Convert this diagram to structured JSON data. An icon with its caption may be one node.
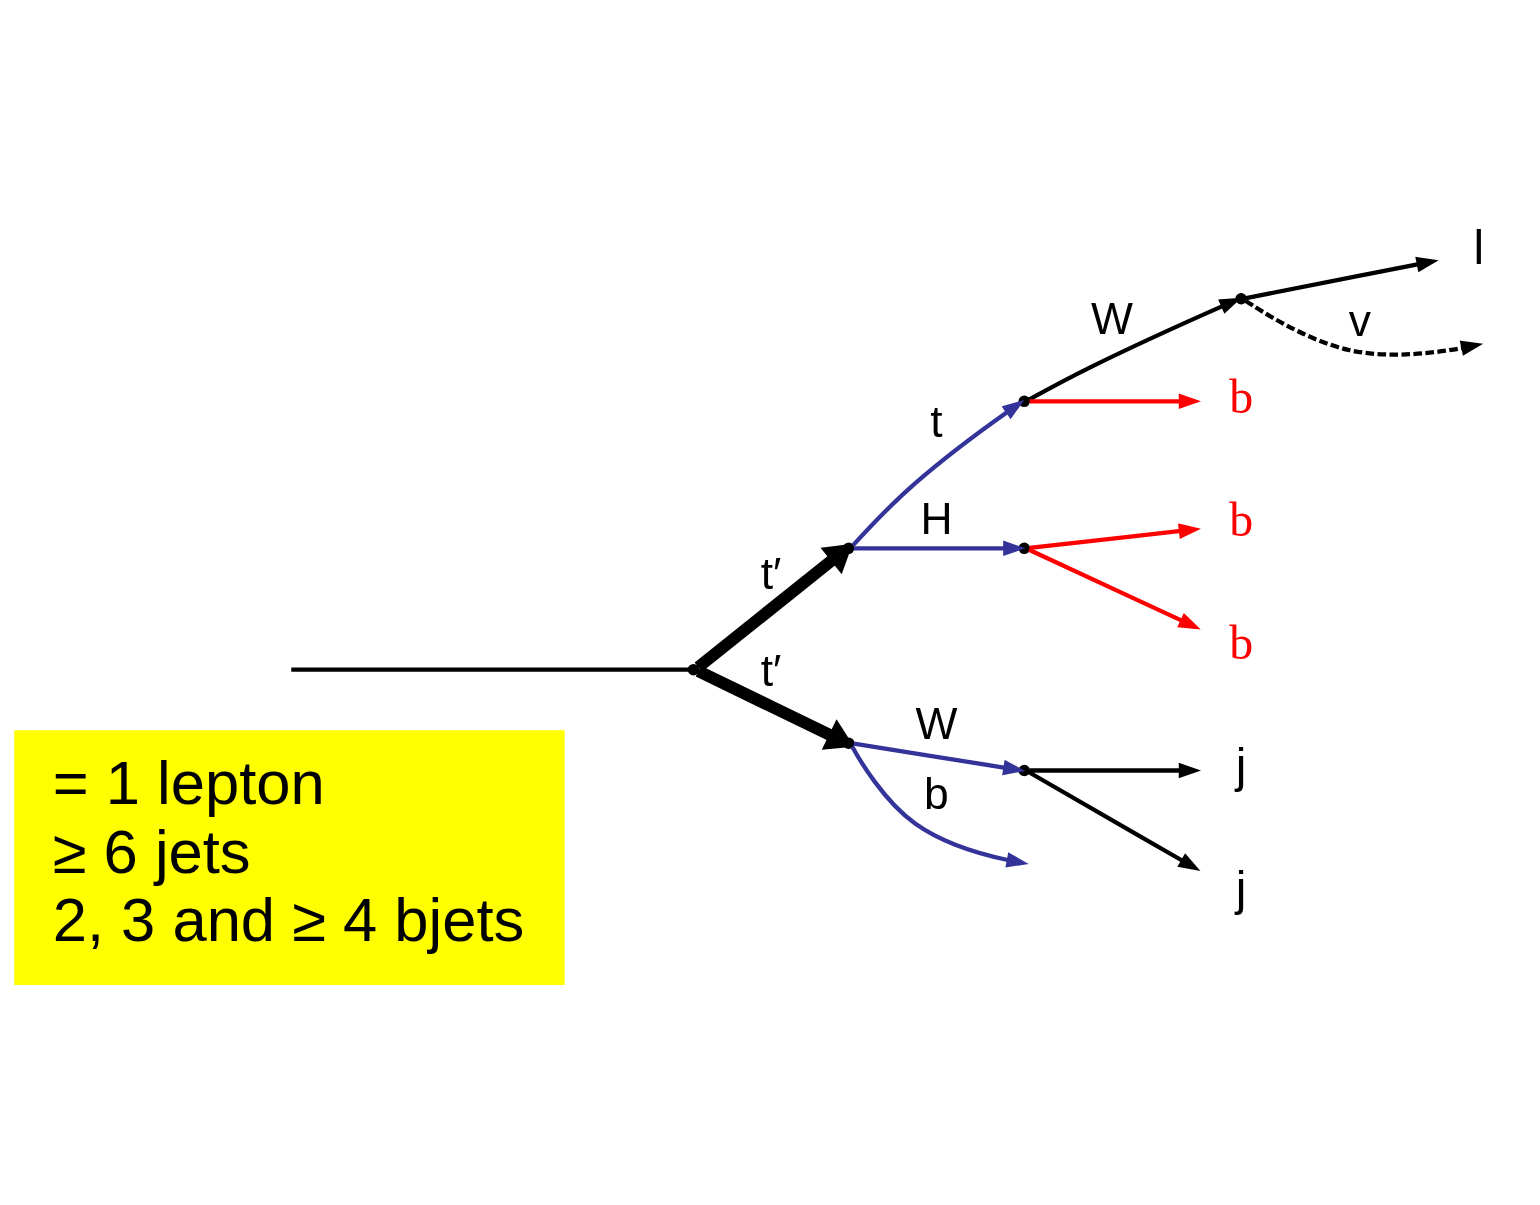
{
  "diagram": {
    "nodes": [
      {
        "text": [
          "= 1 lepton",
          "≥ 6 jets",
          "2, 3 and ≥ 4 bjets"
        ]
      },
      {
        "text": [],
        "shape": "point"
      },
      {
        "text": [],
        "shape": "point"
      },
      {
        "text": [],
        "shape": "point"
      },
      {
        "text": [],
        "shape": "point"
      },
      {
        "text": [],
        "shape": "point"
      },
      {
        "text": [],
        "shape": "point"
      },
      {
        "text": [],
        "shape": "point"
      },
      {
        "text": [
          "l"
        ]
      },
      {
        "text": [
          "b"
        ]
      },
      {
        "text": [
          "b"
        ]
      },
      {
        "text": [
          "b"
        ]
      },
      {
        "text": [
          "j"
        ]
      },
      {
        "text": [
          "j"
        ]
      }
    ],
    "edges": [
      {
        "from": null,
        "to": 1,
        "arrow": "none"
      },
      {
        "from": 1,
        "to": 2,
        "arrow": "to",
        "label": "t′",
        "style": "thick"
      },
      {
        "from": 1,
        "to": 3,
        "arrow": "to",
        "label": "t′",
        "style": "thick"
      },
      {
        "from": 2,
        "to": 4,
        "arrow": "to",
        "label": "t",
        "color": "#333399"
      },
      {
        "from": 2,
        "to": 5,
        "arrow": "to",
        "label": "H",
        "color": "#333399"
      },
      {
        "from": 4,
        "to": 6,
        "arrow": "to",
        "label": "W"
      },
      {
        "from": 4,
        "to": 9,
        "arrow": "to",
        "color": "#ff0000"
      },
      {
        "from": 6,
        "to": null,
        "arrow": "to",
        "label": "v",
        "style": "dashed"
      },
      {
        "from": 6,
        "to": 8,
        "arrow": "to"
      },
      {
        "from": 5,
        "to": 10,
        "arrow": "to",
        "color": "#ff0000"
      },
      {
        "from": 5,
        "to": 11,
        "arrow": "to",
        "color": "#ff0000"
      },
      {
        "from": 3,
        "to": 7,
        "arrow": "to",
        "label": "W",
        "color": "#333399"
      },
      {
        "from": 3,
        "to": null,
        "arrow": "to",
        "label": "b",
        "color": "#333399"
      },
      {
        "from": 7,
        "to": 12,
        "arrow": "to"
      },
      {
        "from": 7,
        "to": 13,
        "arrow": "to"
      }
    ]
  }
}
